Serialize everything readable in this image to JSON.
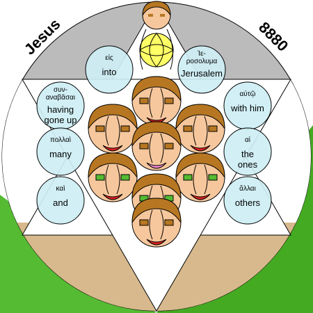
{
  "corner_left": "Jesus",
  "corner_right": "8880",
  "colors": {
    "ground_left": "#55bb33",
    "ground_right": "#44aa22",
    "outer_ring": "#bbbbbb",
    "inner_disc": "#d7b98d",
    "circle_fill": "#cdeef4",
    "skin": "#f6c79c",
    "hair": "#b77722",
    "lips": "#dd2222",
    "halo": "#ffff66"
  },
  "words": [
    {
      "greek": "εἰς",
      "english": "into"
    },
    {
      "greek": "Ἰε-",
      "greek2": "ροσολυμα",
      "english": "Jerusalem"
    },
    {
      "greek": "συν-",
      "greek2": "αναβᾶσαι",
      "english": "having",
      "english2": "gone up"
    },
    {
      "greek": "αὐτῷ",
      "english": "with him"
    },
    {
      "greek": "πολλαὶ",
      "english": "many"
    },
    {
      "greek": "αἱ",
      "english": "the",
      "english2": "ones"
    },
    {
      "greek": "καὶ",
      "english": "and"
    },
    {
      "greek": "ἄλλαι",
      "english": "others"
    }
  ]
}
